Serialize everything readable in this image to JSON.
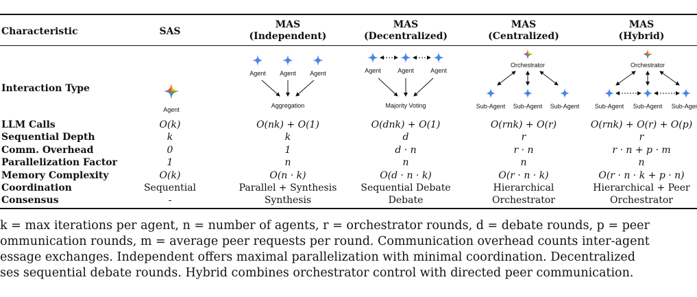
{
  "table": {
    "headers": [
      {
        "key": "char",
        "line1": "Characteristic",
        "line2": ""
      },
      {
        "key": "sas",
        "line1": "SAS",
        "line2": ""
      },
      {
        "key": "ind",
        "line1": "MAS",
        "line2": "(Independent)"
      },
      {
        "key": "dec",
        "line1": "MAS",
        "line2": "(Decentralized)"
      },
      {
        "key": "cen",
        "line1": "MAS",
        "line2": "(Centralized)"
      },
      {
        "key": "hyb",
        "line1": "MAS",
        "line2": "(Hybrid)"
      }
    ],
    "interaction_label": "Interaction Type",
    "diagrams": {
      "sas": {
        "agent": "Agent"
      },
      "ind": {
        "agents": [
          "Agent",
          "Agent",
          "Agent"
        ],
        "result": "Aggregation"
      },
      "dec": {
        "agents": [
          "Agent",
          "Agent",
          "Agent"
        ],
        "result": "Majority Voting"
      },
      "cen": {
        "top": "Orchestrator",
        "subs": [
          "Sub-Agent",
          "Sub-Agent",
          "Sub-Agent"
        ]
      },
      "hyb": {
        "top": "Orchestrator",
        "subs": [
          "Sub-Agent",
          "Sub-Agent",
          "Sub-Agent"
        ]
      }
    },
    "rows": [
      {
        "label": "LLM Calls",
        "values": [
          "O(k)",
          "O(nk) + O(1)",
          "O(dnk) + O(1)",
          "O(rnk) + O(r)",
          "O(rnk) + O(r) + O(p)"
        ]
      },
      {
        "label": "Sequential Depth",
        "values": [
          "k",
          "k",
          "d",
          "r",
          "r"
        ]
      },
      {
        "label": "Comm. Overhead",
        "values": [
          "0",
          "1",
          "d · n",
          "r · n",
          "r · n + p · m"
        ]
      },
      {
        "label": "Parallelization Factor",
        "values": [
          "1",
          "n",
          "n",
          "n",
          "n"
        ]
      },
      {
        "label": "Memory Complexity",
        "values": [
          "O(k)",
          "O(n · k)",
          "O(d · n · k)",
          "O(r · n · k)",
          "O(r · n · k + p · n)"
        ]
      },
      {
        "label": "Coordination",
        "values": [
          "Sequential",
          "Parallel + Synthesis",
          "Sequential Debate",
          "Hierarchical",
          "Hierarchical + Peer"
        ]
      },
      {
        "label": "Consensus",
        "values": [
          "-",
          "Synthesis",
          "Debate",
          "Orchestrator",
          "Orchestrator"
        ]
      }
    ]
  },
  "caption": {
    "lines": [
      "k = max iterations per agent, n = number of agents, r = orchestrator rounds, d = debate rounds, p = peer",
      "ommunication rounds, m = average peer requests per round. Communication overhead counts inter-agent",
      "essage exchanges. Independent offers maximal parallelization with minimal coordination. Decentralized",
      "ses sequential debate rounds. Hybrid combines orchestrator control with directed peer communication."
    ]
  },
  "colors": {
    "star_blue": "#4a86e8",
    "star_red": "#ea4335",
    "star_yellow": "#fbbc04",
    "star_green": "#34a853",
    "rule": "#111111"
  }
}
